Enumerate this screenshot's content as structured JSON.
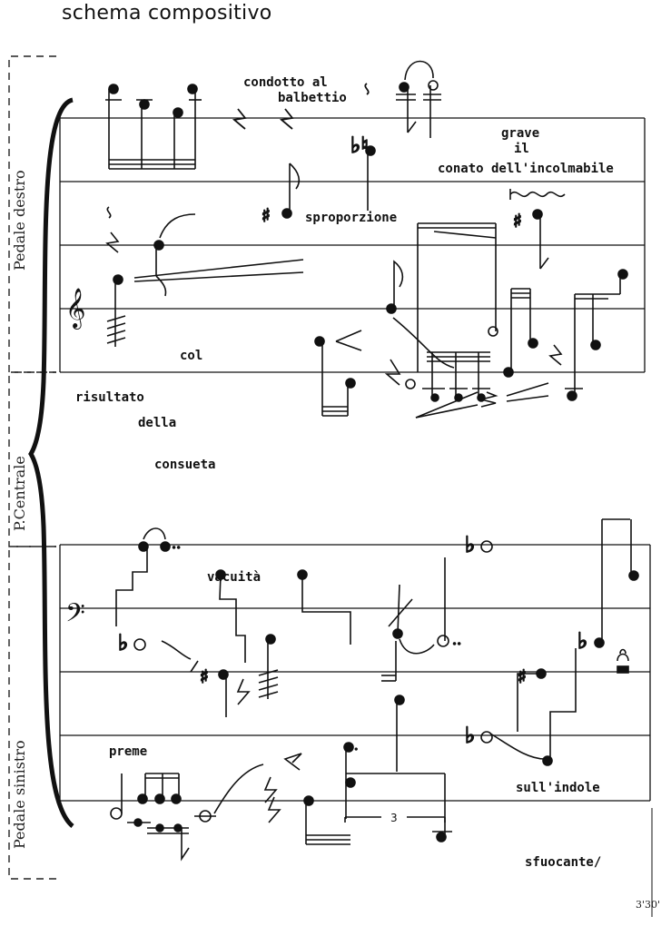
{
  "title": "schema compositivo",
  "pedals": {
    "right": "Pedale destro",
    "center": "P.Centrale",
    "left": "Pedale sinistro"
  },
  "brace_number": "1",
  "words": {
    "condotto": "condotto al",
    "balbettio": "balbettio",
    "grave": "grave",
    "il": "il",
    "conato": "conato dell'incolmabile",
    "sproporzione": "sproporzione",
    "col": "col",
    "risultato": "risultato",
    "della": "della",
    "consueta": "consueta",
    "vacuita": "vacuità",
    "preme": "preme",
    "sull_indole": "sull'indole",
    "sfuocante": "sfuocante/"
  },
  "tuplet": "3",
  "duration": "3'30'",
  "clefs": {
    "treble": "𝄞",
    "bass": "𝄢"
  }
}
